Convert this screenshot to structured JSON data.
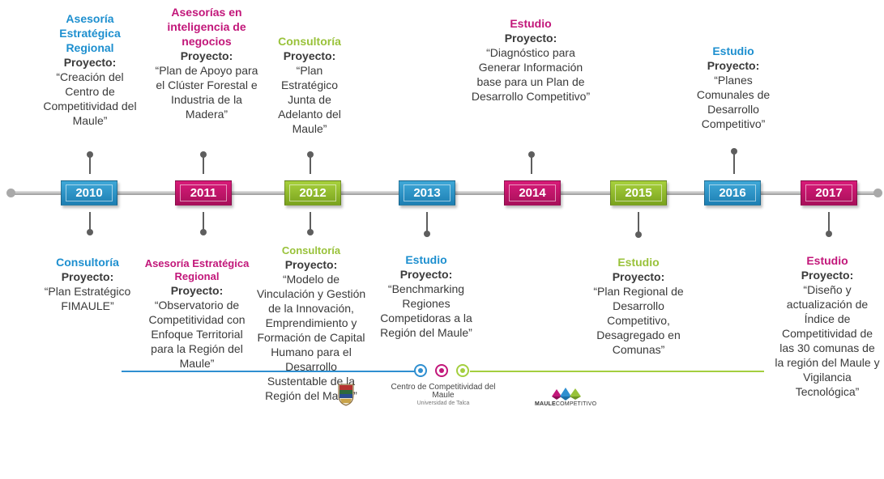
{
  "timeline": {
    "years": [
      "2010",
      "2011",
      "2012",
      "2013",
      "2014",
      "2015",
      "2016",
      "2017"
    ],
    "colors": {
      "blue": "#1d8fcf",
      "magenta": "#c2177a",
      "green": "#99c23a"
    }
  },
  "top": [
    {
      "year": "2010",
      "category": "Asesoría Estratégica Regional",
      "label": "Proyecto:",
      "description": "Creación del Centro de Competitividad del Maule"
    },
    {
      "year": "2011",
      "category": "Asesorías en inteligencia de negocios",
      "label": "Proyecto:",
      "description": "Plan de Apoyo para el Clúster Forestal e Industria de la Madera"
    },
    {
      "year": "2012",
      "category": "Consultoría",
      "label": "Proyecto:",
      "description": "Plan Estratégico Junta de Adelanto del Maule"
    },
    {
      "year": "2014",
      "category": "Estudio",
      "label": "Proyecto:",
      "description": "Diagnóstico para Generar Información base para un Plan de Desarrollo Competitivo"
    },
    {
      "year": "2016",
      "category": "Estudio",
      "label": "Proyecto:",
      "description": "Planes Comunales de Desarrollo Competitivo"
    }
  ],
  "bottom": [
    {
      "year": "2010",
      "category": "Consultoría",
      "label": "Proyecto:",
      "description": "Plan Estratégico FIMAULE"
    },
    {
      "year": "2011",
      "category": "Asesoría Estratégica Regional",
      "label": "Proyecto:",
      "description": "Observatorio de Competitividad con Enfoque Territorial para la Región del Maule"
    },
    {
      "year": "2012",
      "category": "Consultoría",
      "label": "Proyecto:",
      "description": "Modelo de Vinculación y Gestión de la Innovación, Emprendimiento y Formación de Capital Humano para el Desarrollo Sustentable de la Región del Maule"
    },
    {
      "year": "2013",
      "category": "Estudio",
      "label": "Proyecto:",
      "description": "Benchmarking Regiones Competidoras a la Región del Maule"
    },
    {
      "year": "2015",
      "category": "Estudio",
      "label": "Proyecto:",
      "description": "Plan Regional de Desarrollo Competitivo, Desagregado en Comunas"
    },
    {
      "year": "2017",
      "category": "Estudio",
      "label": "Proyecto:",
      "description": "Diseño y actualización de Índice de Competitividad de las 30 comunas de la región del Maule y Vigilancia Tecnológica"
    }
  ],
  "footer": {
    "centro_title": "Centro de Competitividad del Maule",
    "centro_sub": "Universidad de Talca",
    "maule_bold": "MAULE",
    "maule_rest": "COMPETITIVO"
  }
}
